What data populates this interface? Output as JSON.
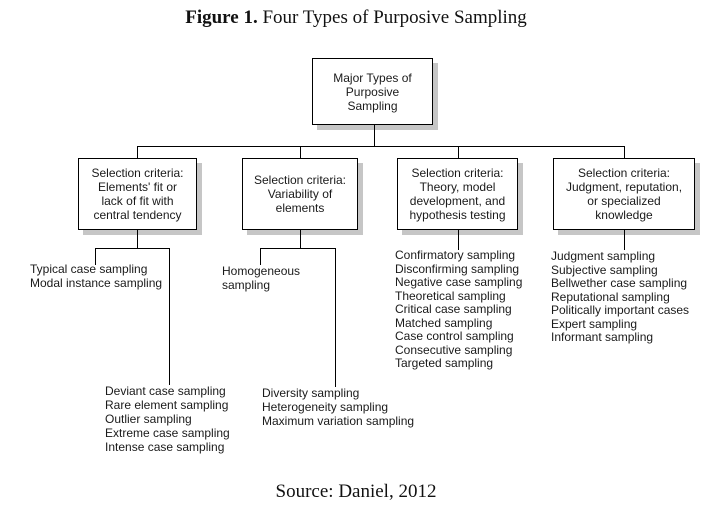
{
  "title": {
    "prefix": "Figure 1.",
    "rest": " Four Types of Purposive Sampling"
  },
  "source": "Source: Daniel, 2012",
  "colors": {
    "line": "#000000",
    "box_shadow": "#c6c6c6",
    "text": "#1a1a1a",
    "background": "#ffffff"
  },
  "root": {
    "lines": [
      "Major Types of",
      "Purposive",
      "Sampling"
    ]
  },
  "branches": [
    {
      "criteria_lines": [
        "Selection criteria:",
        "Elements' fit or",
        "lack of fit with",
        "central tendency"
      ],
      "upper_list": [
        "Typical case sampling",
        "Modal instance sampling"
      ],
      "lower_list": [
        "Deviant case sampling",
        "Rare element sampling",
        "Outlier sampling",
        "Extreme case sampling",
        "Intense case sampling"
      ]
    },
    {
      "criteria_lines": [
        "Selection criteria:",
        "Variability of",
        "elements"
      ],
      "upper_list": [
        "Homogeneous",
        "sampling"
      ],
      "lower_list": [
        "Diversity sampling",
        "Heterogeneity sampling",
        "Maximum variation sampling"
      ]
    },
    {
      "criteria_lines": [
        "Selection criteria:",
        "Theory, model",
        "development, and",
        "hypothesis testing"
      ],
      "list": [
        "Confirmatory sampling",
        "Disconfirming sampling",
        "Negative case sampling",
        "Theoretical sampling",
        "Critical case sampling",
        "Matched sampling",
        "Case control sampling",
        "Consecutive sampling",
        "Targeted sampling"
      ]
    },
    {
      "criteria_lines": [
        "Selection criteria:",
        "Judgment, reputation,",
        "or specialized",
        "knowledge"
      ],
      "list": [
        "Judgment sampling",
        "Subjective sampling",
        "Bellwether case sampling",
        "Reputational sampling",
        "Politically important cases",
        "Expert sampling",
        "Informant sampling"
      ]
    }
  ]
}
